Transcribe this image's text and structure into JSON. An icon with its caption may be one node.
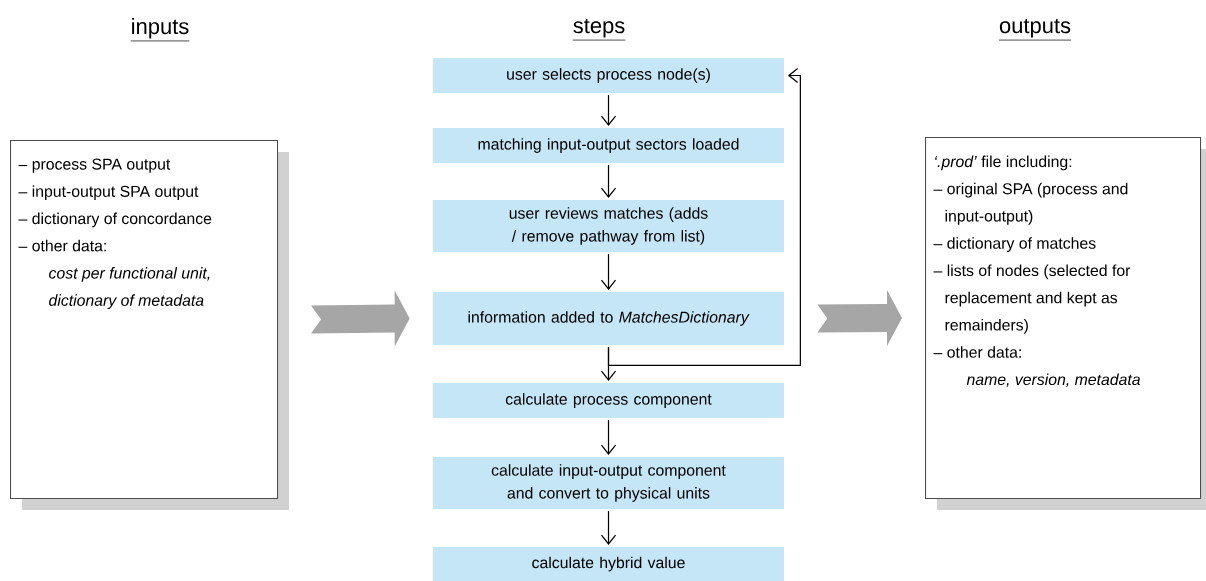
{
  "diagram": {
    "nodes": [
      {
        "text": [
          "– process SPA output",
          "– input-output SPA output",
          "– dictionary of concordance",
          "– other data:",
          "cost per functional unit, dictionary of metadata"
        ]
      },
      {
        "text": [
          "user selects process node(s)"
        ]
      },
      {
        "text": [
          "matching input-output sectors loaded"
        ]
      },
      {
        "text": [
          "user reviews matches (adds / remove pathway from list)"
        ]
      },
      {
        "text": [
          "information added to *MatchesDictionary*"
        ]
      },
      {
        "text": [
          "calculate process component"
        ]
      },
      {
        "text": [
          "calculate input-output component and convert to physical units"
        ]
      },
      {
        "text": [
          "calculate hybrid value"
        ]
      },
      {
        "text": [
          "*‘.prod’* file including:",
          "– original SPA (process and input-output)",
          "– dictionary of matches",
          "– lists of nodes (selected for replacement and kept as remainders)",
          "– other data:",
          "name, version, metadata"
        ]
      }
    ],
    "edges": [
      {
        "from": 1,
        "to": 2,
        "arrow": "to"
      },
      {
        "from": 2,
        "to": 3,
        "arrow": "to"
      },
      {
        "from": 3,
        "to": 4,
        "arrow": "to"
      },
      {
        "from": 4,
        "to": 5,
        "arrow": "to"
      },
      {
        "from": 4,
        "to": 1,
        "arrow": "to"
      },
      {
        "from": 5,
        "to": 6,
        "arrow": "to"
      },
      {
        "from": 6,
        "to": 7,
        "arrow": "to"
      },
      {
        "from": 0,
        "to": 4,
        "arrow": "to",
        "style": "thick",
        "color": "#a6a6a6"
      },
      {
        "from": 4,
        "to": 8,
        "arrow": "to",
        "style": "thick",
        "color": "#a6a6a6"
      }
    ],
    "labels": [
      "inputs",
      "steps",
      "outputs"
    ]
  }
}
